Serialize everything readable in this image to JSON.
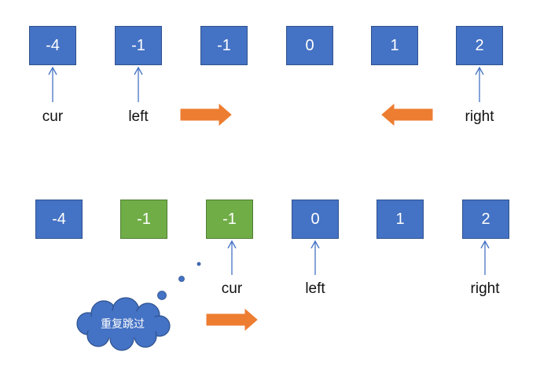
{
  "row1": {
    "cells": [
      {
        "value": "-4",
        "color": "#4472c4"
      },
      {
        "value": "-1",
        "color": "#4472c4"
      },
      {
        "value": "-1",
        "color": "#4472c4"
      },
      {
        "value": "0",
        "color": "#4472c4"
      },
      {
        "value": "1",
        "color": "#4472c4"
      },
      {
        "value": "2",
        "color": "#4472c4"
      }
    ],
    "labels": {
      "cur": "cur",
      "left": "left",
      "right": "right"
    }
  },
  "row2": {
    "cells": [
      {
        "value": "-4",
        "color": "#4472c4"
      },
      {
        "value": "-1",
        "color": "#70ad47"
      },
      {
        "value": "-1",
        "color": "#70ad47"
      },
      {
        "value": "0",
        "color": "#4472c4"
      },
      {
        "value": "1",
        "color": "#4472c4"
      },
      {
        "value": "2",
        "color": "#4472c4"
      }
    ],
    "labels": {
      "cur": "cur",
      "left": "left",
      "right": "right"
    }
  },
  "callout": {
    "text": "重复跳过",
    "color": "#4472c4"
  },
  "colors": {
    "pointer": "#4472c4",
    "move_arrow": "#ed7d31",
    "box_blue": "#4472c4",
    "box_green": "#70ad47"
  }
}
